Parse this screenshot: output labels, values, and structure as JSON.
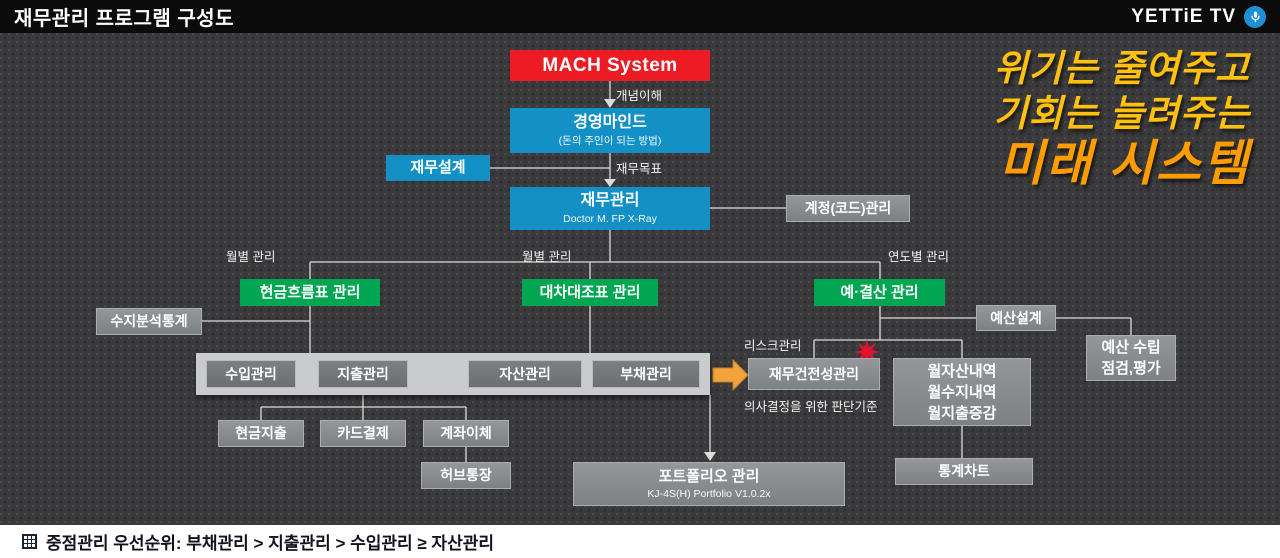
{
  "header": {
    "title": "재무관리 프로그램 구성도",
    "brand": "YETTiE TV"
  },
  "slogan": {
    "line1": "위기는 줄여주고",
    "line2": "기회는 늘려주는",
    "line3": "미래 시스템"
  },
  "footer": {
    "note": "중점관리 우선순위: 부채관리 > 지출관리 > 수입관리 ≥ 자산관리"
  },
  "colors": {
    "accent_red": "#ed1c24",
    "accent_blue": "#1390c6",
    "accent_green": "#00a651",
    "node_gray": "#85888b",
    "slogan_yellow": "#ffc10d",
    "slogan_orange": "#ff9c00",
    "flow_arrow_orange": "#f2a33c",
    "starburst_red": "#e8112d"
  },
  "nodes": {
    "mach": {
      "label": "MACH System"
    },
    "mindset": {
      "label": "경영마인드",
      "sub": "(돈의 주인이 되는 방법)"
    },
    "fin_design": {
      "label": "재무설계"
    },
    "fin_mgmt": {
      "label": "재무관리",
      "sub": "Doctor M. FP X-Ray"
    },
    "account_code": {
      "label": "계정(코드)관리"
    },
    "cashflow": {
      "label": "현금흐름표 관리"
    },
    "balance": {
      "label": "대차대조표 관리"
    },
    "budget_settle": {
      "label": "예·결산 관리"
    },
    "stats": {
      "label": "수지분석통계"
    },
    "income": {
      "label": "수입관리"
    },
    "expense": {
      "label": "지출관리"
    },
    "asset": {
      "label": "자산관리"
    },
    "debt": {
      "label": "부채관리"
    },
    "fin_health": {
      "label": "재무건전성관리"
    },
    "monthly_detail": {
      "lines": [
        "월자산내역",
        "월수지내역",
        "월지출증감"
      ]
    },
    "budget_design": {
      "label": "예산설계"
    },
    "budget_plan": {
      "lines": [
        "예산 수립",
        "점검,평가"
      ]
    },
    "cash_out": {
      "label": "현금지출"
    },
    "card": {
      "label": "카드결제"
    },
    "transfer": {
      "label": "계좌이체"
    },
    "hub": {
      "label": "허브통장"
    },
    "portfolio": {
      "label": "포트폴리오 관리",
      "sub": "KJ-4S(H) Portfolio V1.0.2x"
    },
    "stat_chart": {
      "label": "통계차트"
    }
  },
  "edge_labels": {
    "concept": "개념이해",
    "fin_goal": "재무목표",
    "monthly_a": "월별 관리",
    "monthly_b": "월별 관리",
    "yearly": "연도별 관리",
    "risk": "리스크관리",
    "decision": "의사결정을 위한 판단기준"
  }
}
